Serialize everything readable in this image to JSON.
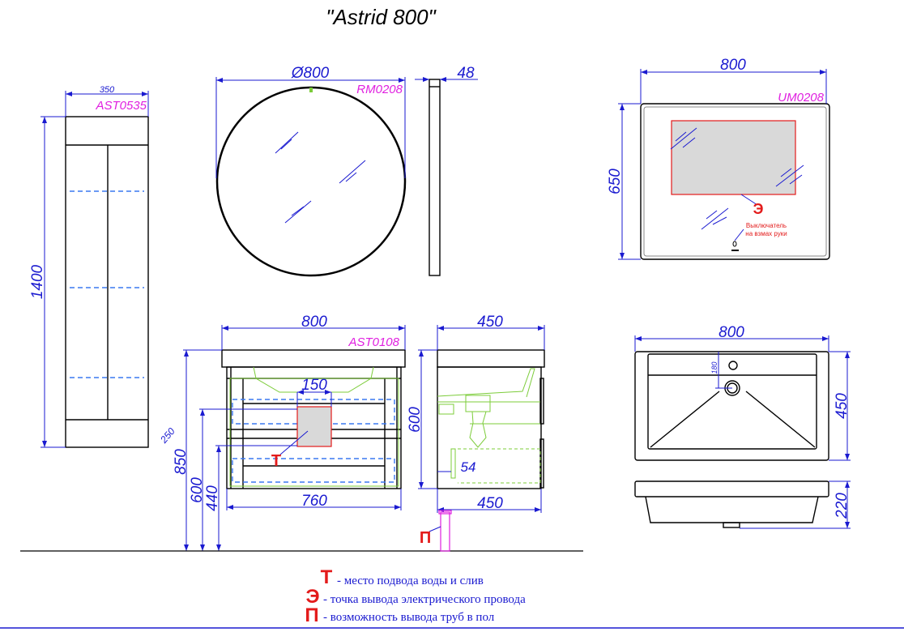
{
  "title": "\"Astrid 800\"",
  "pencil_case": {
    "code": "AST0535",
    "width": "350",
    "height": "1400",
    "depth": "250"
  },
  "round_mirror": {
    "code": "RM0208",
    "diameter": "Ø800",
    "depth": "48"
  },
  "led_mirror": {
    "code": "UM0208",
    "width": "800",
    "height": "650",
    "marker": "Э",
    "switch_note_line1": "Выключатель",
    "switch_note_line2": "на взмах руки"
  },
  "vanity": {
    "code": "AST0108",
    "width": "800",
    "body_width": "760",
    "cutout": "150",
    "total_height": "850",
    "height_600": "600",
    "height_440": "440",
    "marker": "Т"
  },
  "vanity_side": {
    "depth_top": "450",
    "depth_bottom": "450",
    "height": "600",
    "offset": "54",
    "marker": "П"
  },
  "basin": {
    "width": "800",
    "depth": "450",
    "height": "220",
    "drain_offset": "180"
  },
  "legend": [
    {
      "symbol": "Т",
      "text": "- место подвода воды и слив"
    },
    {
      "symbol": "Э",
      "text": "-  точка вывода электрического провода"
    },
    {
      "symbol": "П",
      "text": "- возможность вывода труб в пол"
    }
  ]
}
